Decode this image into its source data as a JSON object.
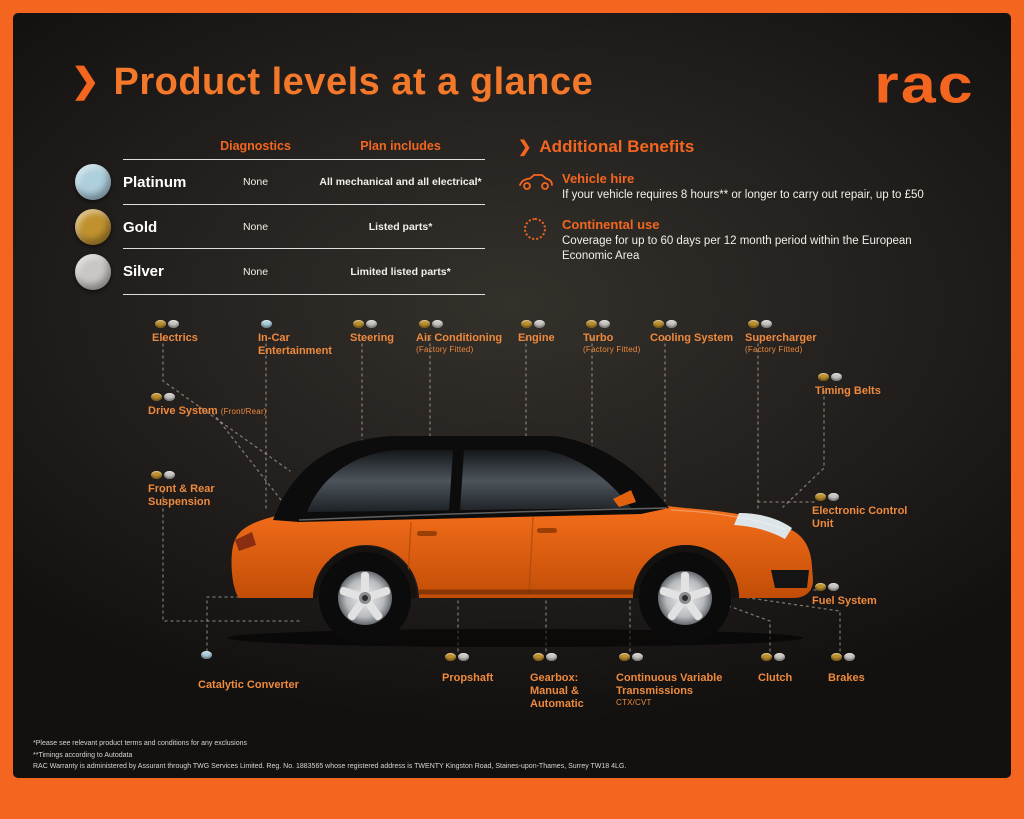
{
  "palette": {
    "accent": "#f4661f",
    "label": "#ee8a3d",
    "platinum": "#aecfdd",
    "gold": "#c0922f",
    "silver": "#c8c7c3"
  },
  "header": {
    "title": "Product levels at a glance",
    "chevron": "❯",
    "logo": "rac"
  },
  "table": {
    "columns": [
      "Diagnostics",
      "Plan includes"
    ],
    "rows": [
      {
        "name": "Platinum",
        "diagnostics": "None",
        "plan": "All mechanical and all electrical*",
        "color": "platinum"
      },
      {
        "name": "Gold",
        "diagnostics": "None",
        "plan": "Listed parts*",
        "color": "gold"
      },
      {
        "name": "Silver",
        "diagnostics": "None",
        "plan": "Limited listed parts*",
        "color": "silver"
      }
    ]
  },
  "benefits": {
    "title": "Additional Benefits",
    "items": [
      {
        "icon": "car-icon",
        "title": "Vehicle hire",
        "desc": "If your vehicle requires 8 hours** or longer to carry out repair, up to £50"
      },
      {
        "icon": "dotted-circle-icon",
        "title": "Continental use",
        "desc": "Coverage for up to 60 days per 12 month period within the European Economic Area"
      }
    ]
  },
  "parts": [
    {
      "name": "Electrics",
      "levels": [
        "gold",
        "silver"
      ]
    },
    {
      "name": "In-Car Entertainment",
      "levels": [
        "platinum"
      ]
    },
    {
      "name": "Steering",
      "levels": [
        "gold",
        "silver"
      ]
    },
    {
      "name": "Air Conditioning",
      "sub": "(Factory Fitted)",
      "levels": [
        "gold",
        "silver"
      ]
    },
    {
      "name": "Engine",
      "levels": [
        "gold",
        "silver"
      ]
    },
    {
      "name": "Turbo",
      "sub": "(Factory Fitted)",
      "levels": [
        "gold",
        "silver"
      ]
    },
    {
      "name": "Cooling System",
      "levels": [
        "gold",
        "silver"
      ]
    },
    {
      "name": "Supercharger",
      "sub": "(Factory Fitted)",
      "levels": [
        "gold",
        "silver"
      ]
    },
    {
      "name": "Timing Belts",
      "levels": [
        "gold",
        "silver"
      ]
    },
    {
      "name": "Drive System",
      "sub": "(Front/Rear)",
      "levels": [
        "gold",
        "silver"
      ]
    },
    {
      "name": "Front & Rear Suspension",
      "levels": [
        "gold",
        "silver"
      ]
    },
    {
      "name": "Electronic Control Unit",
      "levels": [
        "gold",
        "silver"
      ]
    },
    {
      "name": "Fuel System",
      "levels": [
        "gold",
        "silver"
      ]
    },
    {
      "name": "Catalytic Converter",
      "levels": [
        "platinum"
      ]
    },
    {
      "name": "Propshaft",
      "levels": [
        "gold",
        "silver"
      ]
    },
    {
      "name": "Gearbox: Manual & Automatic",
      "levels": [
        "gold",
        "silver"
      ]
    },
    {
      "name": "Continuous Variable Transmissions",
      "sub": "CTX/CVT",
      "levels": [
        "gold",
        "silver"
      ]
    },
    {
      "name": "Clutch",
      "levels": [
        "gold",
        "silver"
      ]
    },
    {
      "name": "Brakes",
      "levels": [
        "gold",
        "silver"
      ]
    }
  ],
  "footer": {
    "lines": [
      "*Please see relevant product terms and conditions for any exclusions",
      "**Timings according to Autodata",
      "RAC Warranty is administered by Assurant through TWG Services Limited. Reg. No. 1883565 whose registered address is TWENTY Kingston Road, Staines-upon-Thames, Surrey TW18 4LG."
    ]
  }
}
